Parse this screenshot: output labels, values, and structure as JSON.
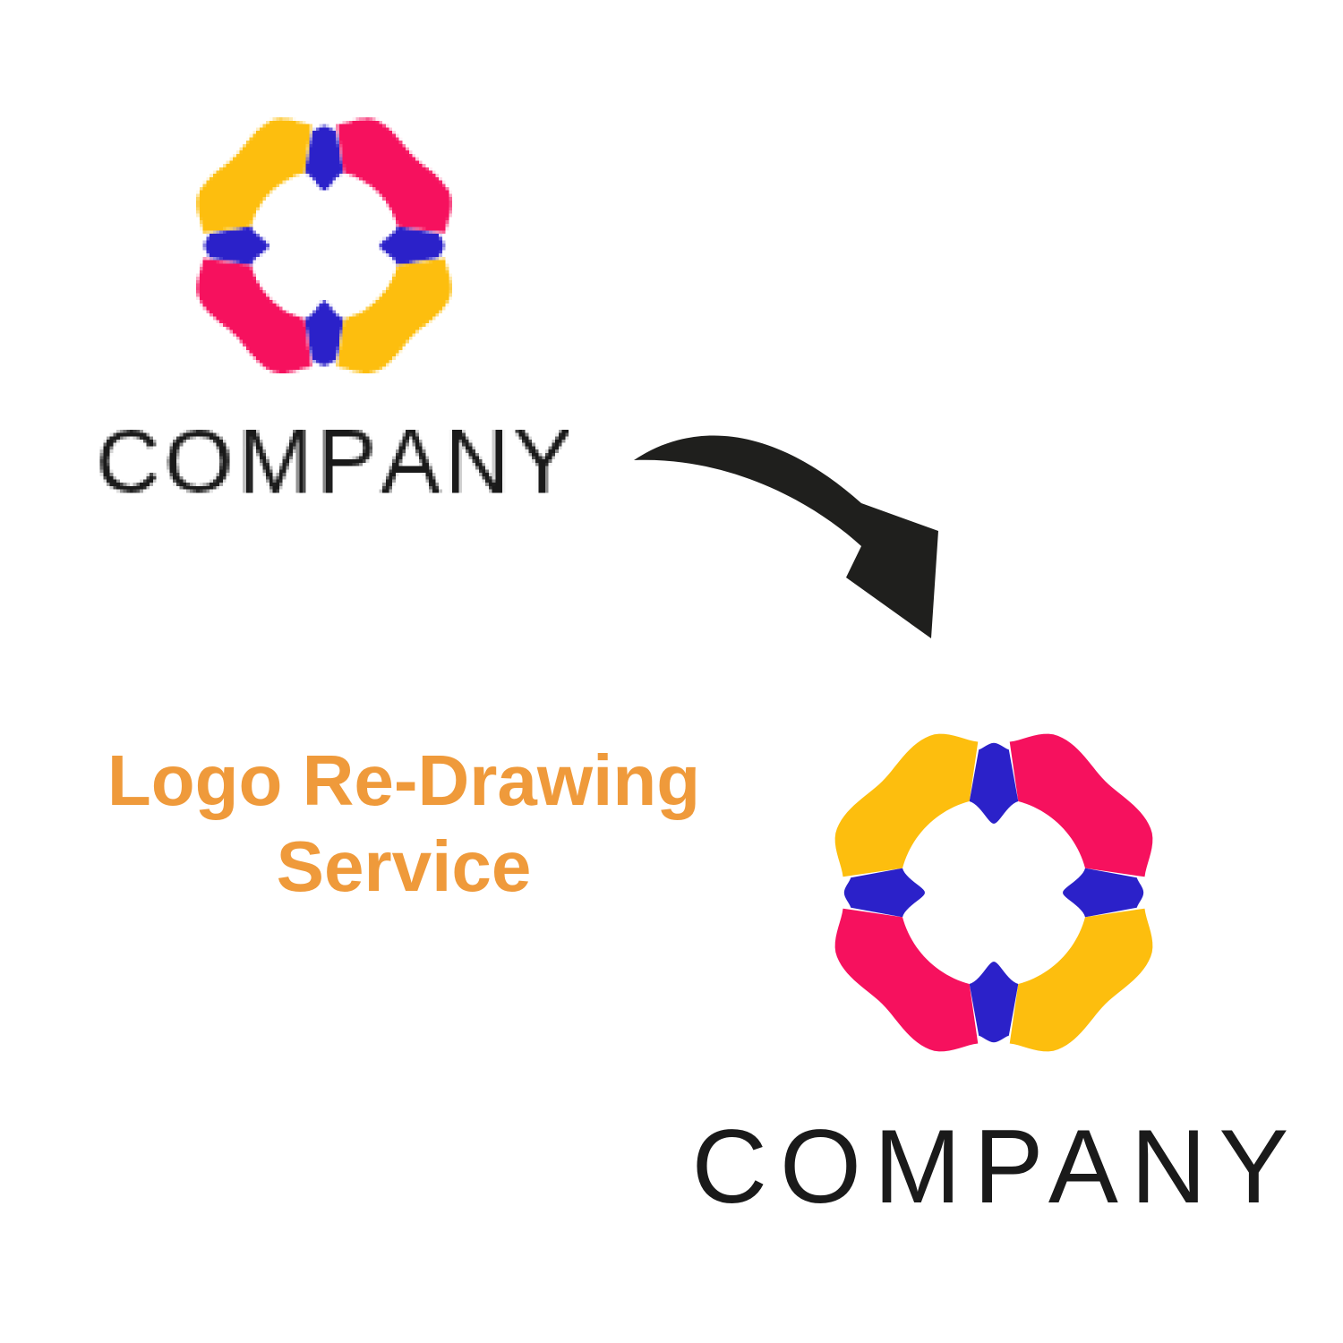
{
  "poster": {
    "background": "#FFFFFF"
  },
  "original_logo": {
    "wordmark": "COMPANY",
    "quality": "pixelated low-resolution raster"
  },
  "redrawn_logo": {
    "wordmark": "COMPANY",
    "quality": "crisp redrawn vector"
  },
  "service_title": {
    "line1": "Logo Re-Drawing",
    "line2": "Service"
  },
  "icons": {
    "transform_arrow": "curved-arrow-pointing-down-right",
    "logo_mark": "eight-segment-rosette-ring"
  },
  "colors": {
    "logo_yellow": "#FDBE0E",
    "logo_pink": "#F6115E",
    "logo_blue": "#2B21C9",
    "accent_orange": "#EF9A3B",
    "text_black": "#1A1A1A",
    "arrow_black": "#1F1F1D",
    "background": "#FFFFFF"
  }
}
